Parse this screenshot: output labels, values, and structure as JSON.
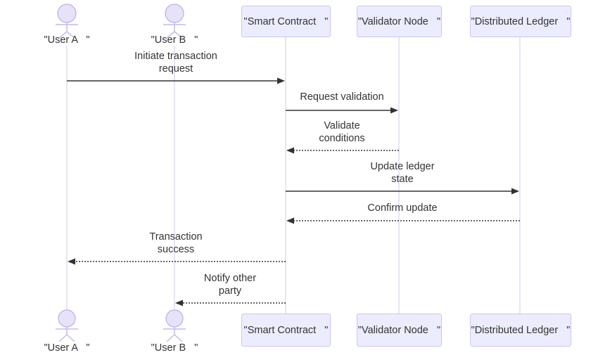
{
  "diagram": {
    "type": "sequence-diagram",
    "background": "#ffffff",
    "colors": {
      "participant_fill": "#ECECFF",
      "participant_border": "#CDC6F0",
      "actor_stroke": "#BDAEE7",
      "actor_head_fill": "#E7E2F8",
      "lifeline": "#CFC8EE",
      "message_line": "#333333",
      "text": "#333333"
    },
    "actors": [
      {
        "id": "user-a",
        "kind": "actor",
        "label": "\"User A   \""
      },
      {
        "id": "user-b",
        "kind": "actor",
        "label": "\"User B   \""
      }
    ],
    "participants": [
      {
        "id": "smart-contract",
        "kind": "participant",
        "label": "\"Smart Contract   \""
      },
      {
        "id": "validator-node",
        "kind": "participant",
        "label": "\"Validator Node   \""
      },
      {
        "id": "distributed-ledger",
        "kind": "participant",
        "label": "\"Distributed Ledger   \""
      }
    ],
    "messages": [
      {
        "from": "User A",
        "to": "Smart Contract",
        "line": "solid",
        "text": "Initiate transaction\nrequest"
      },
      {
        "from": "Smart Contract",
        "to": "Validator Node",
        "line": "solid",
        "text": "Request validation"
      },
      {
        "from": "Validator Node",
        "to": "Smart Contract",
        "line": "dotted",
        "text": "Validate\nconditions"
      },
      {
        "from": "Smart Contract",
        "to": "Distributed Ledger",
        "line": "solid",
        "text": "Update ledger\nstate"
      },
      {
        "from": "Distributed Ledger",
        "to": "Smart Contract",
        "line": "dotted",
        "text": "Confirm update"
      },
      {
        "from": "Smart Contract",
        "to": "User A",
        "line": "dotted",
        "text": "Transaction\nsuccess"
      },
      {
        "from": "Smart Contract",
        "to": "User B",
        "line": "dotted",
        "text": "Notify other\nparty"
      }
    ]
  }
}
